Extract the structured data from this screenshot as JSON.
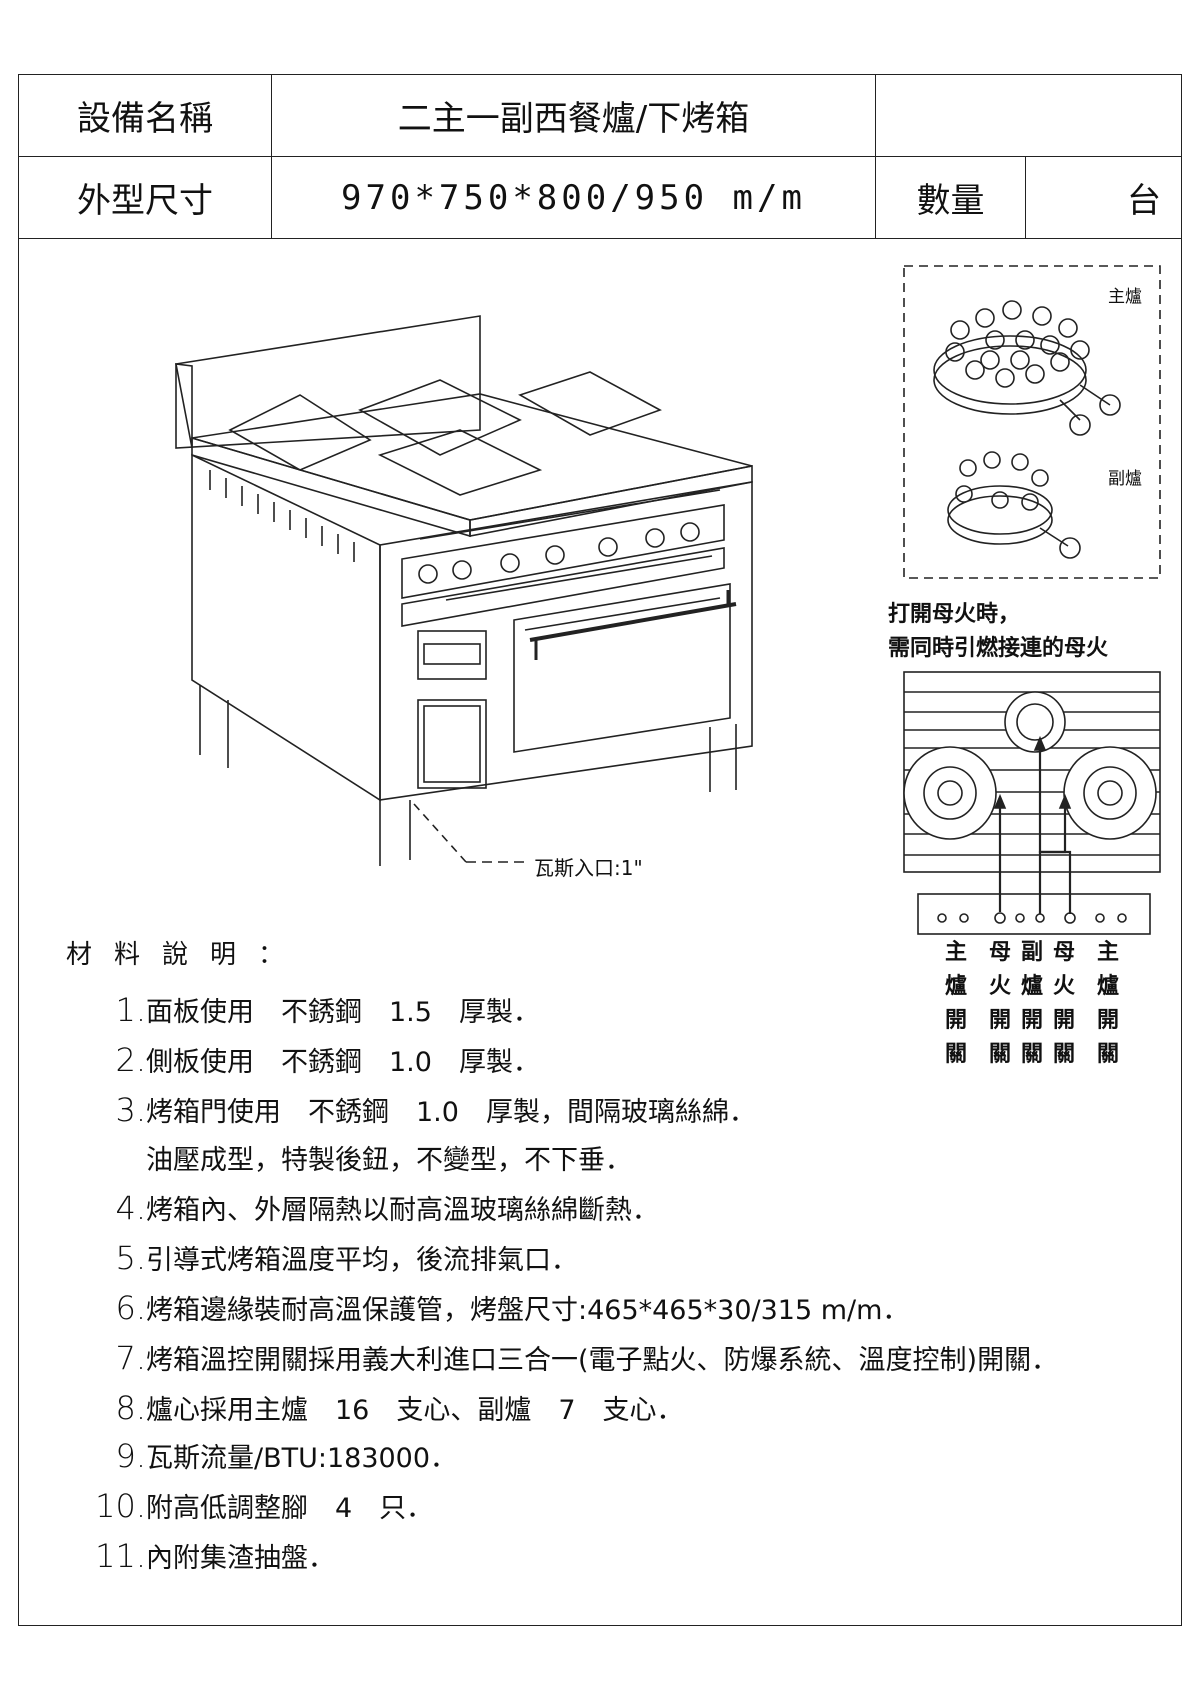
{
  "header": {
    "name_label": "設備名稱",
    "name_value": "二主一副西餐爐/下烤箱",
    "size_label": "外型尺寸",
    "size_value": "970*750*800/950 m/m",
    "qty_label": "數量",
    "qty_unit": "台"
  },
  "drawing": {
    "gas_inlet_label": "瓦斯入口:1\"",
    "inset_main_label": "主爐",
    "inset_sub_label": "副爐",
    "pilot_note_line1": "打開母火時，",
    "pilot_note_line2": "需同時引燃接連的母火"
  },
  "switch_labels": [
    "主爐開關",
    "母火開關",
    "副爐開關",
    "母火開關",
    "主爐開關"
  ],
  "materials": {
    "title": "材料說明：",
    "items": [
      {
        "no": "1.",
        "text": "面板使用　不銹鋼　1.5　厚製．"
      },
      {
        "no": "2.",
        "text": "側板使用　不銹鋼　1.0　厚製．"
      },
      {
        "no": "3.",
        "text": "烤箱門使用　不銹鋼　1.0　厚製，間隔玻璃絲綿．"
      },
      {
        "no": "",
        "text": "油壓成型，特製後鈕，不變型，不下垂．"
      },
      {
        "no": "4.",
        "text": "烤箱內、外層隔熱以耐高溫玻璃絲綿斷熱．"
      },
      {
        "no": "5.",
        "text": "引導式烤箱溫度平均，後流排氣口．"
      },
      {
        "no": "6.",
        "text": "烤箱邊緣裝耐高溫保護管，烤盤尺寸:465*465*30/315 m/m．"
      },
      {
        "no": "7.",
        "text": "烤箱溫控開關採用義大利進口三合一(電子點火、防爆系統、溫度控制)開關．"
      },
      {
        "no": "8.",
        "text": "爐心採用主爐　16　支心、副爐　7　支心．"
      },
      {
        "no": "9.",
        "text": "瓦斯流量/BTU:183000．"
      },
      {
        "no": "10.",
        "text": "附高低調整腳　4　只．"
      },
      {
        "no": "11.",
        "text": "內附集渣抽盤．"
      }
    ]
  }
}
